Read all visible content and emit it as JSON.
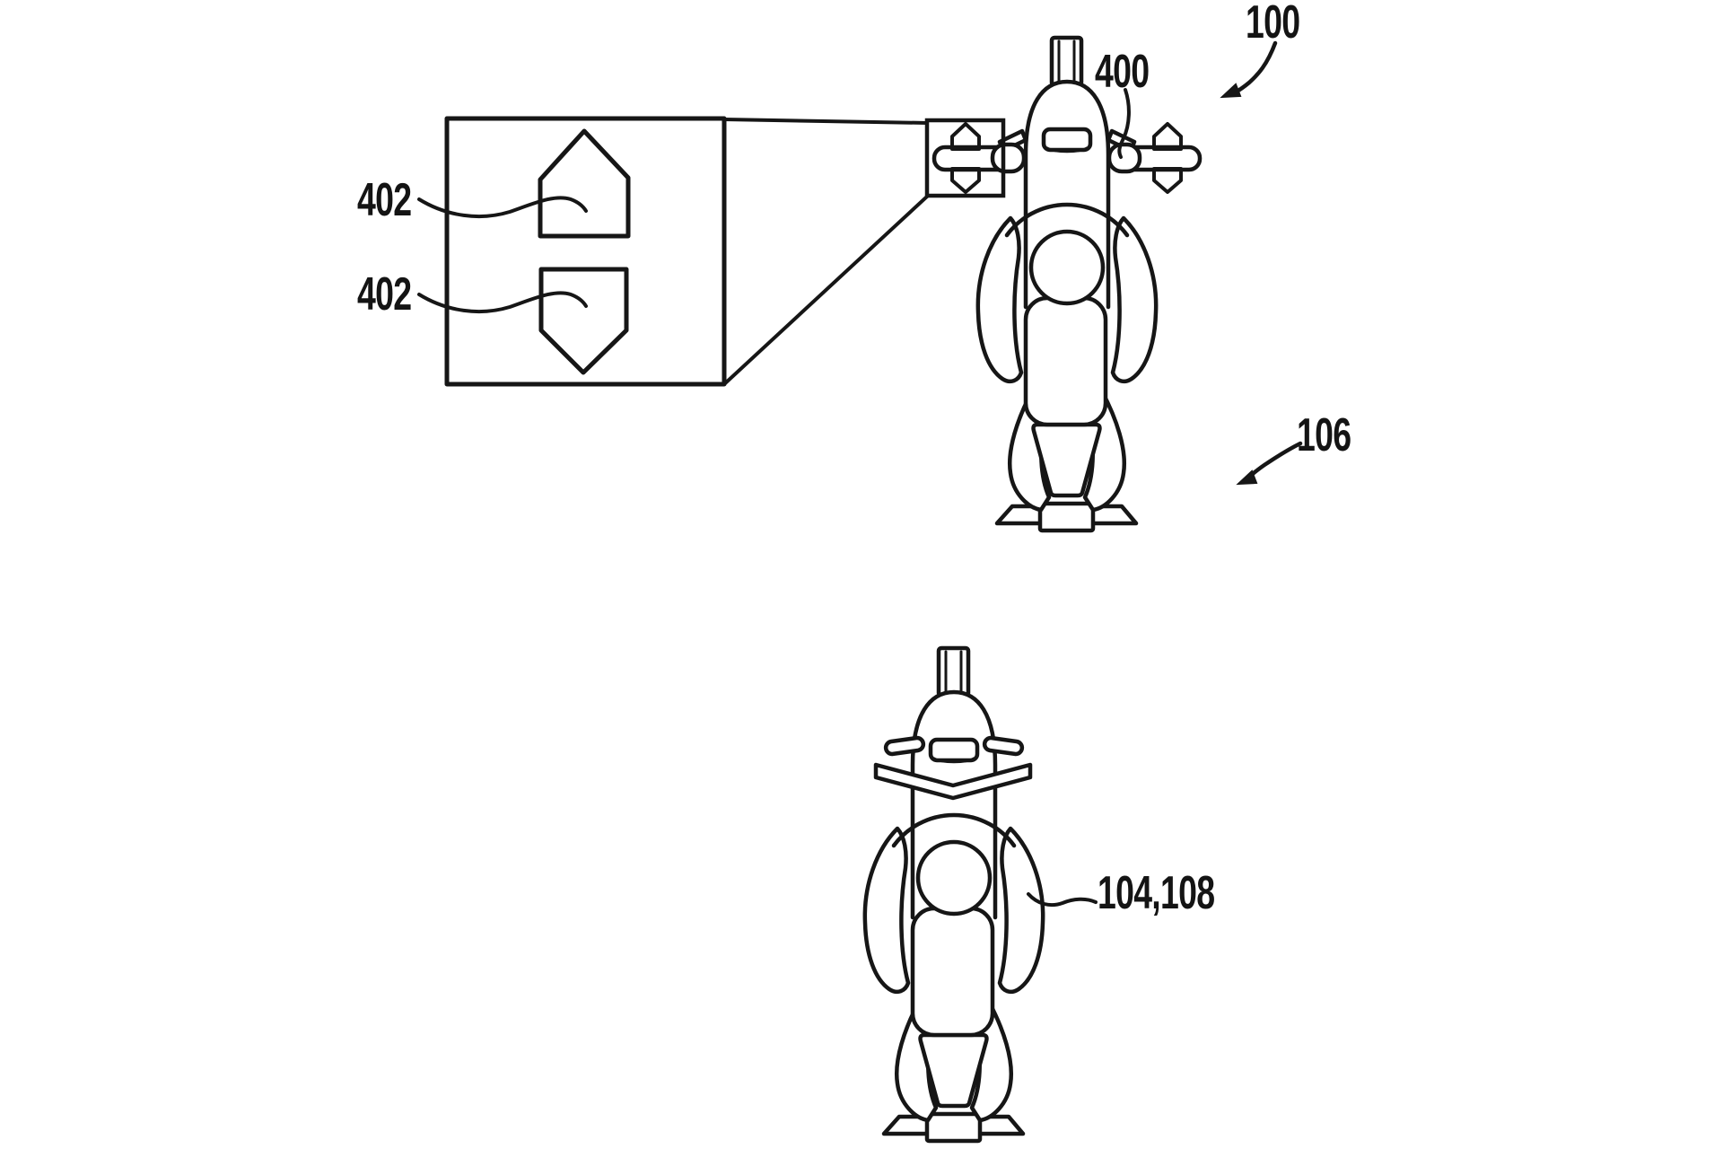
{
  "figure": {
    "background": "#ffffff",
    "ink_color": "#161616",
    "description": "Patent line drawing: motorcycle front views with handlebar switch detail callout",
    "labels": {
      "ref_100": "100",
      "ref_400": "400",
      "ref_402_top": "402",
      "ref_402_bottom": "402",
      "ref_106": "106",
      "ref_104_108": "104,108"
    },
    "icons": {
      "switch_up": "up-arrow-switch-icon",
      "switch_down": "down-arrow-switch-icon"
    }
  }
}
